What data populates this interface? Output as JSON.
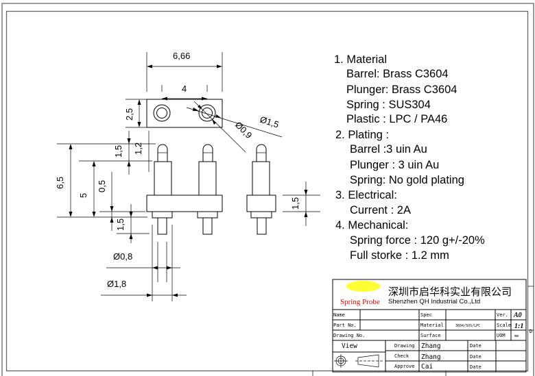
{
  "dimensions": {
    "overall_width": "6,66",
    "pitch": "4",
    "plastic_height": "2,5",
    "outer_diameter": "Ø1,5",
    "inner_diameter": "Ø0,9",
    "total_height": "6,5",
    "body_height": "5",
    "offset": "0,5",
    "stroke_top": "1,5",
    "head_height": "1,2",
    "tail_length": "1,5",
    "base_height": "1,5",
    "tail_diameter": "Ø0,8",
    "collar_diameter": "Ø1,8"
  },
  "notes": [
    "1. Material",
    "Barrel: Brass C3604",
    "Plunger: Brass C3604",
    "Spring : SUS304",
    "Plastic : LPC / PA46",
    "2. Plating :",
    "Barrel :3 uin Au",
    "Plunger : 3 uin Au",
    "Spring: No gold plating",
    "3. Electrical:",
    "Current : 2A",
    "4. Mechanical:",
    "Spring force : 120 g+/-20%",
    "Full storke : 1.2 mm"
  ],
  "title_block": {
    "logo_text": "Spring Probe",
    "company_cn": "深圳市启华科实业有限公司",
    "company_en": "Shenzhen QH Industrial Co.,Ltd",
    "name_label": "Name",
    "name_value": "",
    "spec_label": "Spec",
    "spec_value": "",
    "ver_label": "Ver.",
    "ver_value": "A0",
    "part_label": "Part No.",
    "part_value": "",
    "material_label": "Material",
    "material_value": "3604/SUS/LPC",
    "scale_label": "Scale",
    "scale_value": "1:1",
    "drawing_no_label": "Drawing No.",
    "drawing_no_value": "",
    "surface_label": "Surface",
    "surface_value": "",
    "uom_label": "UOM",
    "uom_value": "mm",
    "view_label": "View",
    "drawing_label": "Drawing",
    "drawing_by": "Zhang",
    "check_label": "Check",
    "check_by": "Zhang",
    "approve_label": "Approve",
    "approve_by": "Cai",
    "date_label": "Date"
  },
  "frame_marks": {
    "right_zone": "D"
  }
}
